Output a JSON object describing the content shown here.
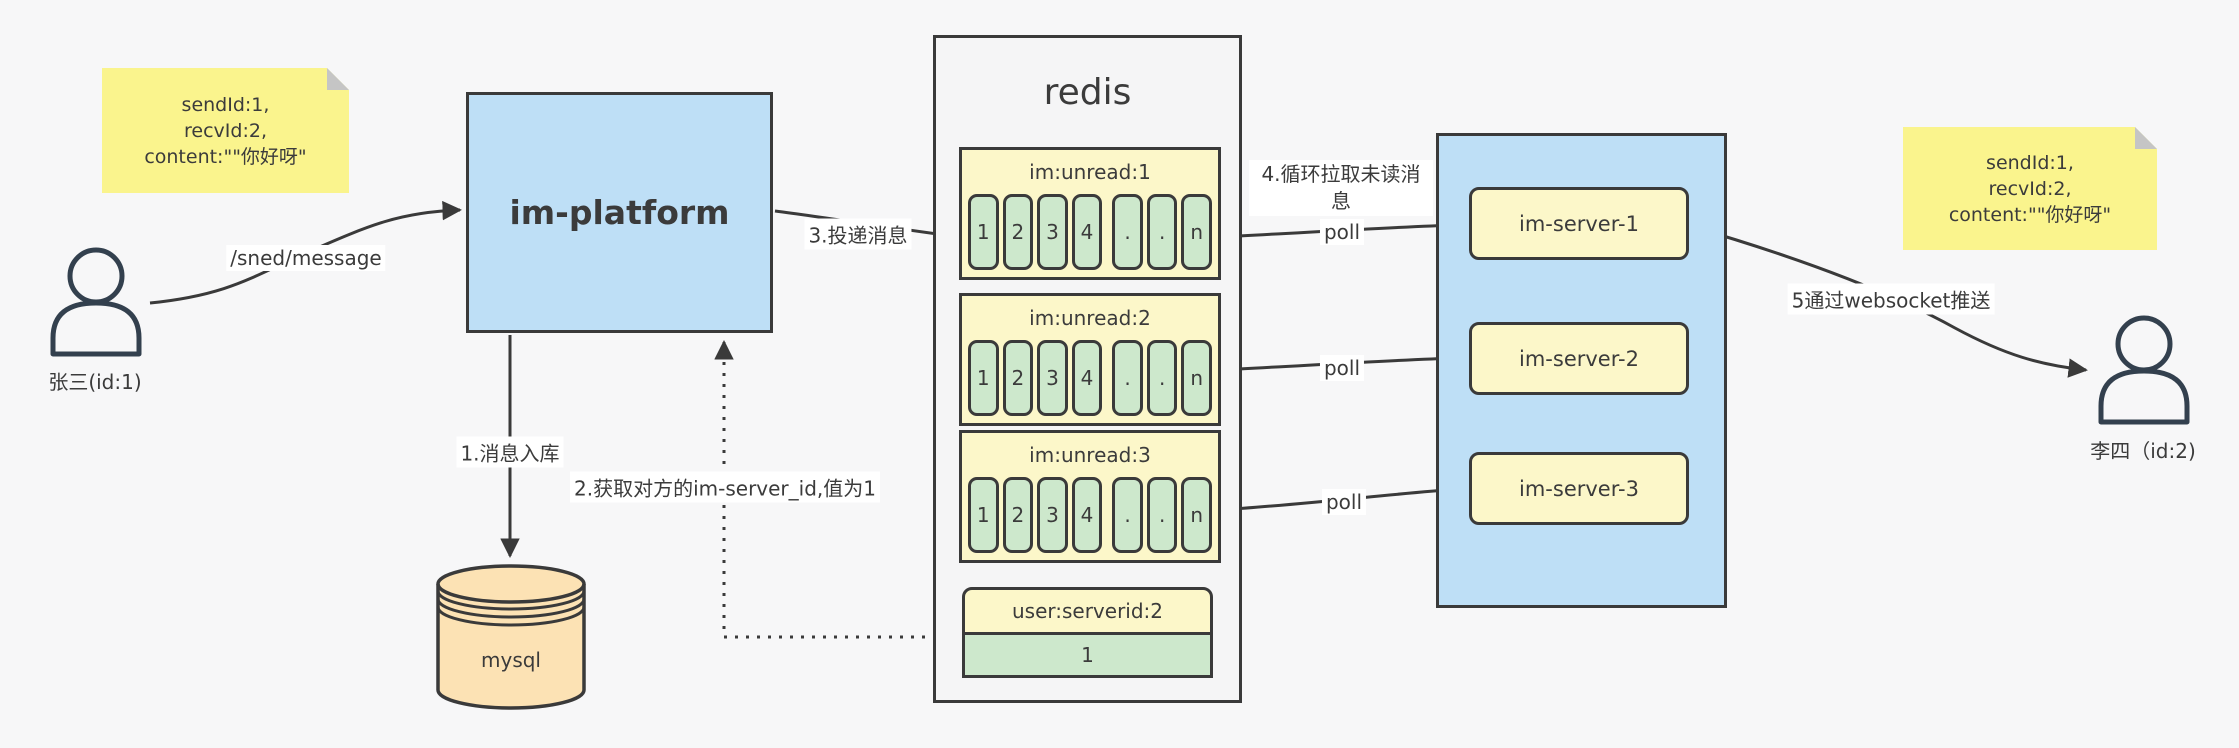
{
  "colors": {
    "background": "#f7f7f8",
    "node_blue": "#bedff6",
    "sticky_yellow": "#faf48d",
    "pale_yellow": "#fcf7c9",
    "cell_green": "#cde8cc",
    "db_orange": "#fce2b4",
    "container_gray": "#f5f5f6",
    "stroke_dark": "#3a3a3a"
  },
  "sender": {
    "label": "张三(id:1)",
    "note_lines": [
      "sendId:1,",
      "recvId:2,",
      "content:\"\"你好呀\""
    ]
  },
  "receiver": {
    "label": "李四（id:2)",
    "note_lines": [
      "sendId:1,",
      "recvId:2,",
      "content:\"\"你好呀\""
    ]
  },
  "platform": {
    "title": "im-platform"
  },
  "database": {
    "label": "mysql"
  },
  "redis": {
    "title": "redis",
    "queues": [
      {
        "name": "im:unread:1",
        "cells": [
          "1",
          "2",
          "3",
          "4",
          ".",
          ".",
          "n"
        ]
      },
      {
        "name": "im:unread:2",
        "cells": [
          "1",
          "2",
          "3",
          "4",
          ".",
          ".",
          "n"
        ]
      },
      {
        "name": "im:unread:3",
        "cells": [
          "1",
          "2",
          "3",
          "4",
          ".",
          ".",
          "n"
        ]
      }
    ],
    "mapping": {
      "name": "user:serverid:2",
      "value": "1"
    }
  },
  "cluster": {
    "servers": [
      "im-server-1",
      "im-server-2",
      "im-server-3"
    ]
  },
  "labels": {
    "send": "/sned/message",
    "store": "1.消息入库",
    "lookup": "2.获取对方的im-server_id,值为1",
    "deliver": "3.投递消息",
    "poll_note": "4.循环拉取未读消息",
    "poll": "poll",
    "push": "5通过websocket推送"
  }
}
